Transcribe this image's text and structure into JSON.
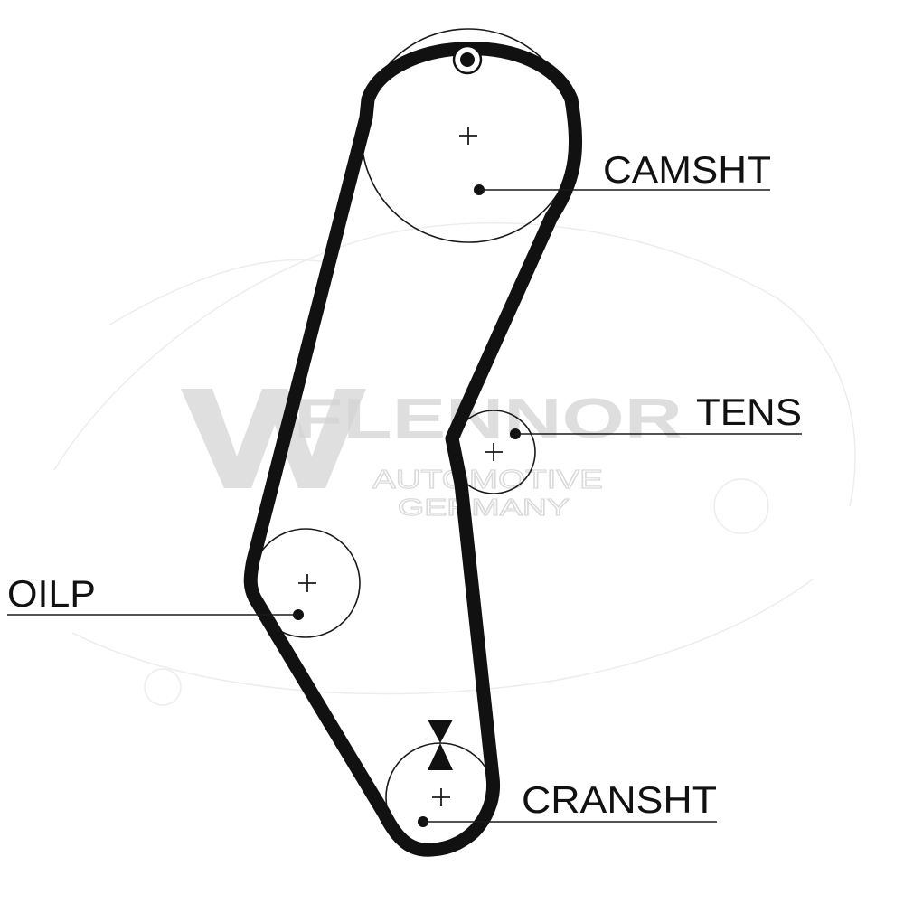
{
  "labels": {
    "camshaft": "CAMSHT",
    "tensioner": "TENS",
    "oil_pump": "OILP",
    "crankshaft": "CRANSHT"
  },
  "watermark": {
    "brand": "FLENNOR",
    "line1": "AUTOMOTIVE",
    "line2": "GERMANY"
  },
  "colors": {
    "belt": "#111111",
    "line": "#1a1a1a",
    "watermark": "#d4d4d4"
  }
}
